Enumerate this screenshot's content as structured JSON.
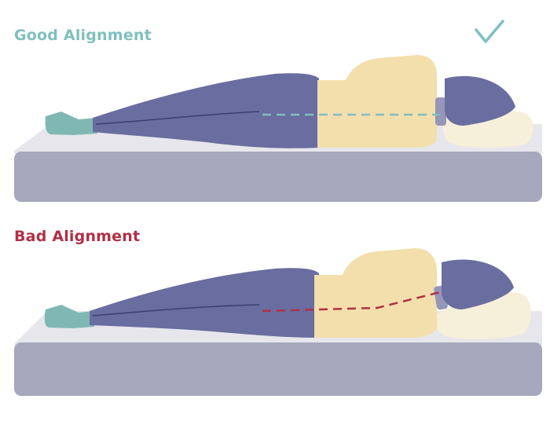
{
  "colors": {
    "good": "#7fbfc0",
    "bad": "#b03045",
    "mattress_top": "#e6e6ec",
    "mattress_side": "#a6a8bd",
    "body_blue": "#6a6da0",
    "shirt": "#f2dfac",
    "pillow": "#f6efd9",
    "foot": "#7fb8b3",
    "neck": "#9596b8"
  },
  "panels": [
    {
      "id": "good",
      "title": "Good Alignment",
      "verdict_icon": "checkmark-icon",
      "spine_line": "straight-dashed"
    },
    {
      "id": "bad",
      "title": "Bad Alignment",
      "verdict_icon": "none",
      "spine_line": "bent-dashed"
    }
  ]
}
